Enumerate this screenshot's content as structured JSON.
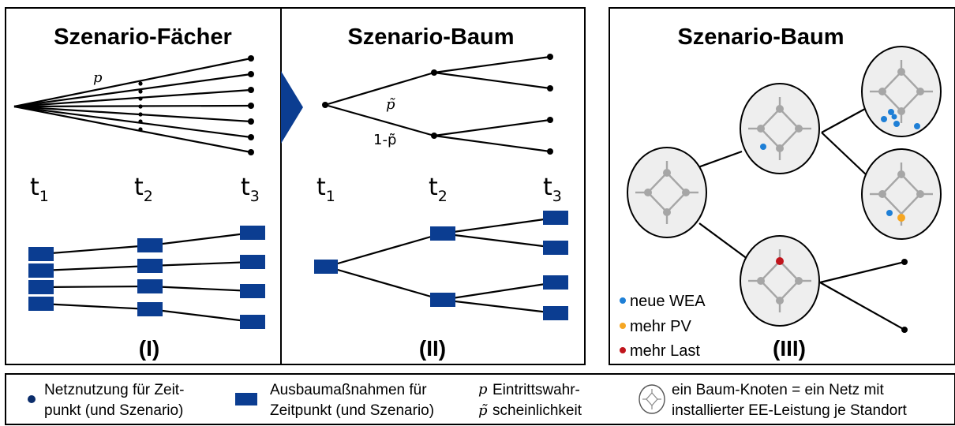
{
  "panels": {
    "p1": {
      "title": "Szenario-Fächer",
      "roman": "(I)",
      "prob": "p"
    },
    "p2": {
      "title": "Szenario-Baum",
      "roman": "(II)",
      "prob_top": "p̃",
      "prob_bottom": "1-p̃"
    },
    "p3": {
      "title": "Szenario-Baum",
      "roman": "(III)"
    }
  },
  "time_labels": [
    {
      "main": "t",
      "sub": "1"
    },
    {
      "main": "t",
      "sub": "2"
    },
    {
      "main": "t",
      "sub": "3"
    }
  ],
  "legend_p3": [
    {
      "label": "neue WEA",
      "color": "#1e7fd6"
    },
    {
      "label": "mehr PV",
      "color": "#f5a623"
    },
    {
      "label": "mehr Last",
      "color": "#c0141c"
    }
  ],
  "key": {
    "dot": [
      "Netznutzung für Zeit-",
      "punkt (und Szenario)"
    ],
    "rect": [
      "Ausbaumaßnahmen für",
      "Zeitpunkt (und Szenario)"
    ],
    "prob_symbols": [
      "p",
      "p̃"
    ],
    "prob": [
      "Eintrittswahr-",
      "scheinlichkeit"
    ],
    "node": [
      "ein Baum-Knoten = ein Netz mit",
      "installierter EE-Leistung je Standort"
    ]
  },
  "colors": {
    "block": "#0b3d91",
    "network": "#a6a6a6",
    "node_fill": "#eeeeee"
  }
}
